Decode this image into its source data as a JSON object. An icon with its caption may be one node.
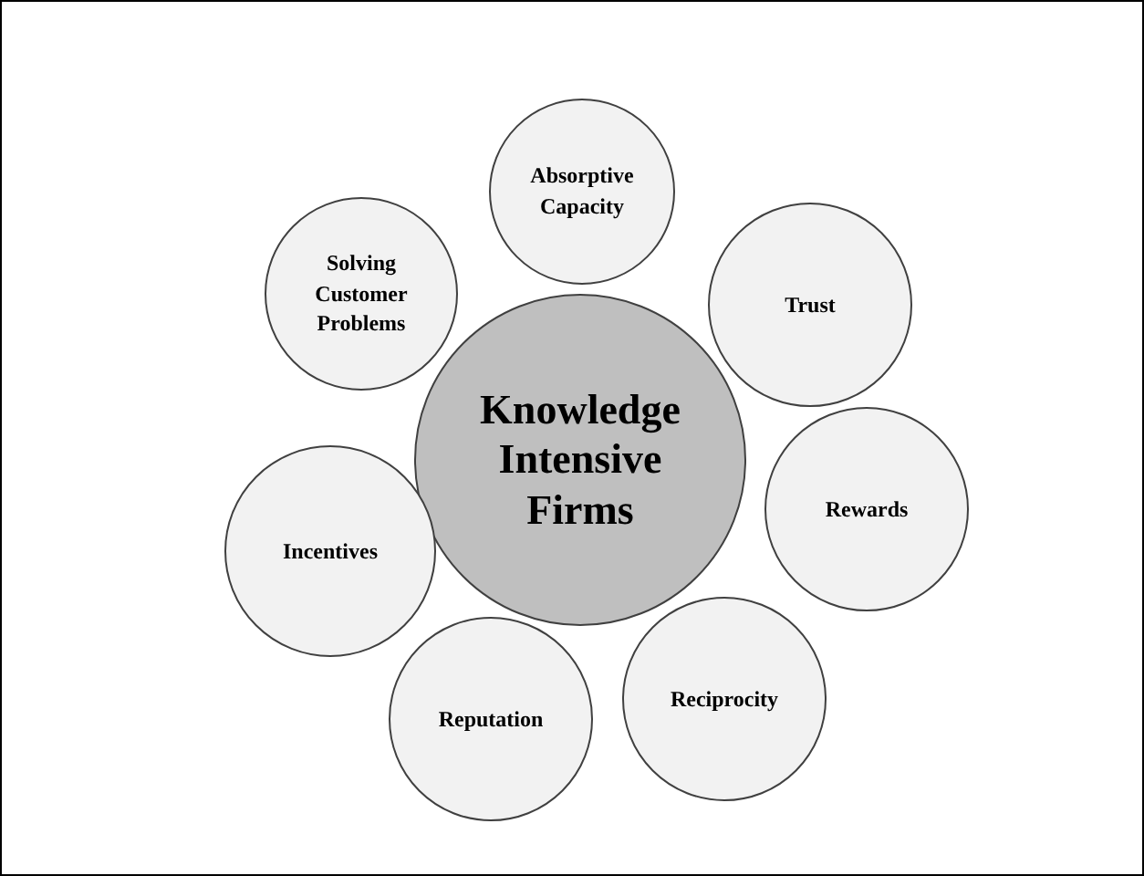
{
  "diagram": {
    "nodes": [
      {
        "text": [
          "Knowledge Intensive Firms"
        ]
      },
      {
        "text": [
          "Absorptive Capacity"
        ]
      },
      {
        "text": [
          "Trust"
        ]
      },
      {
        "text": [
          "Rewards"
        ]
      },
      {
        "text": [
          "Reciprocity"
        ]
      },
      {
        "text": [
          "Reputation"
        ]
      },
      {
        "text": [
          "Incentives"
        ]
      },
      {
        "text": [
          "Solving Customer Problems"
        ]
      }
    ]
  }
}
